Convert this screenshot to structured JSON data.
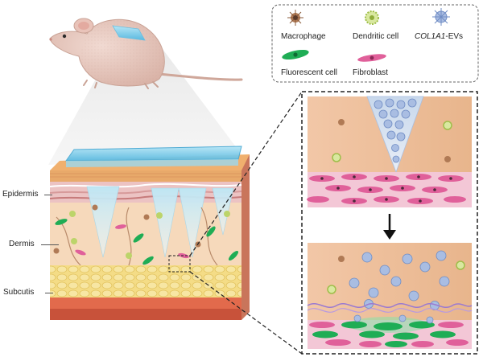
{
  "labels": {
    "epidermis": "Epidermis",
    "dermis": "Dermis",
    "subcutis": "Subcutis"
  },
  "legend": {
    "macrophage": "Macrophage",
    "dendritic_cell": "Dendritic cell",
    "evs_gene": "COL1A1",
    "evs_suffix": "-EVs",
    "fluorescent_cell": "Fluorescent cell",
    "fibroblast": "Fibroblast"
  },
  "colors": {
    "skin_top": "#e8a96a",
    "epidermis": "#ecc3c3",
    "dermis": "#f6d9bb",
    "fat": "#f4dc86",
    "muscle": "#e26a4c",
    "fibroblast": "#e0609a",
    "fluorescent": "#1fad55",
    "macrophage": "#b07a55",
    "dendritic": "#bcd46a",
    "ev": "#8fa8d8",
    "patch": "#8fd3ec",
    "mouse": "#e8c9bf"
  }
}
